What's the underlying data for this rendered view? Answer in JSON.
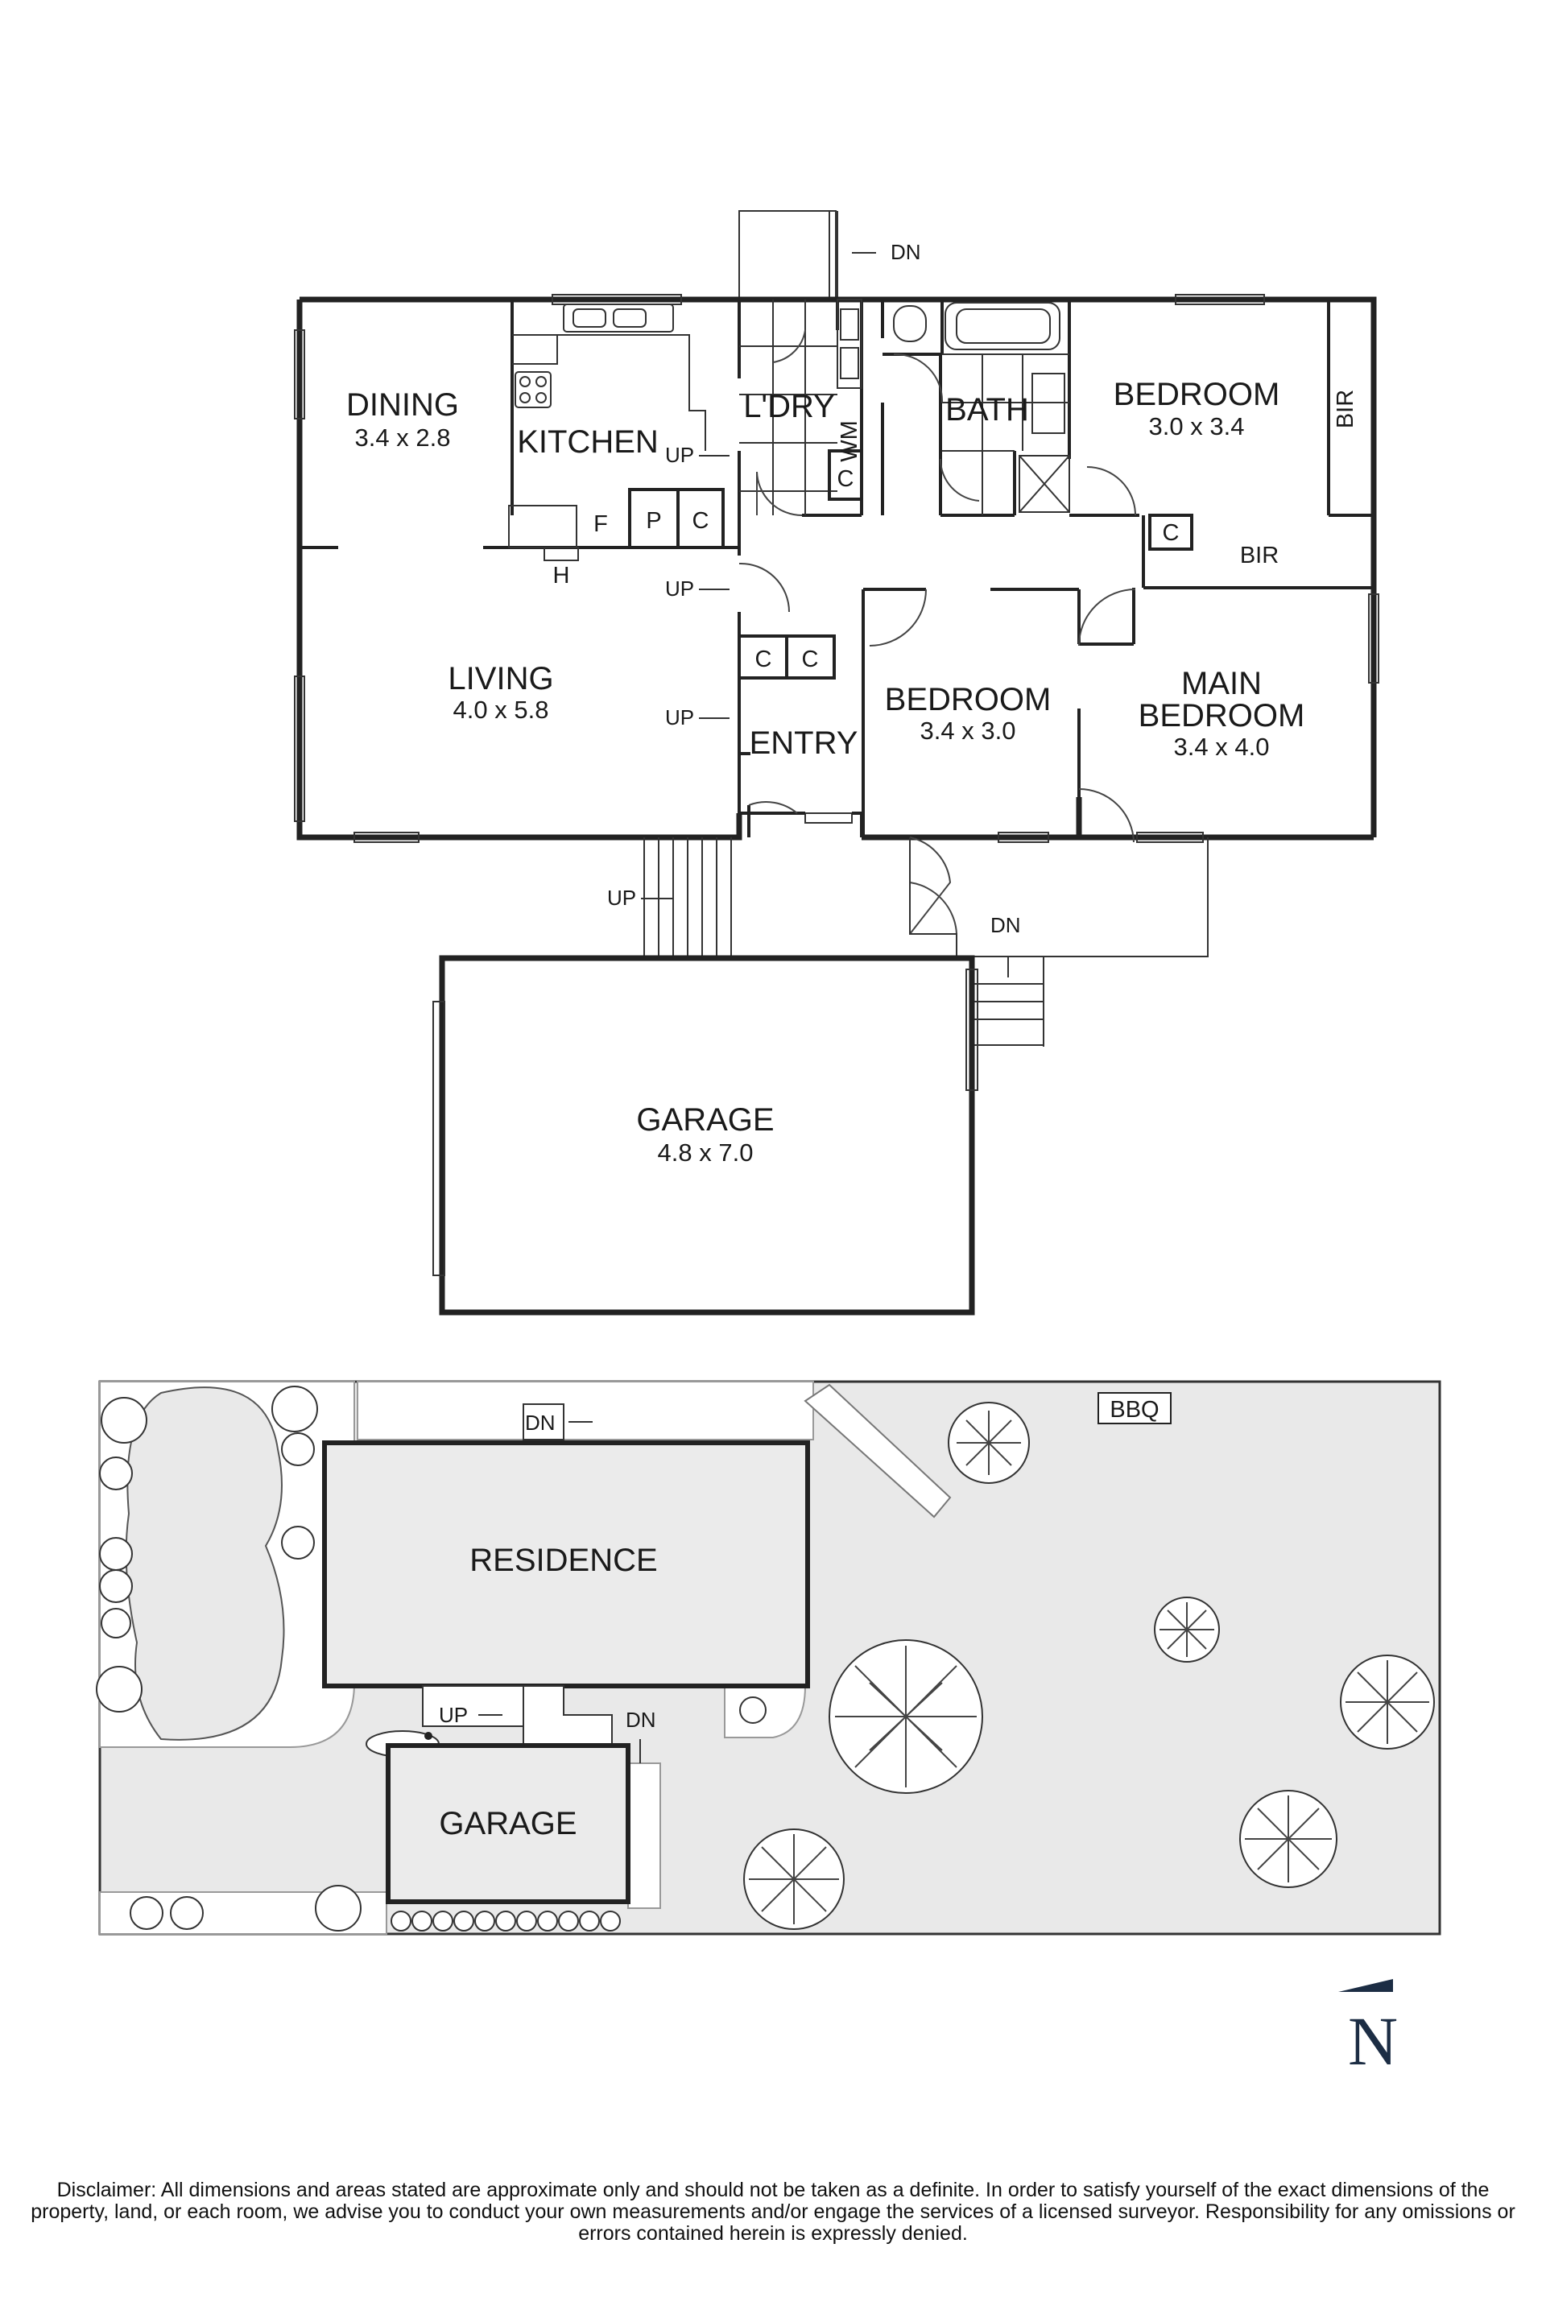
{
  "floor_plan": {
    "rooms": {
      "dining": {
        "name": "DINING",
        "size": "3.4 x 2.8"
      },
      "kitchen": {
        "name": "KITCHEN"
      },
      "laundry": {
        "name": "L'DRY"
      },
      "bath": {
        "name": "BATH"
      },
      "bedroom1": {
        "name": "BEDROOM",
        "size": "3.0 x 3.4"
      },
      "living": {
        "name": "LIVING",
        "size": "4.0 x 5.8"
      },
      "bedroom2": {
        "name": "BEDROOM",
        "size": "3.4 x 3.0"
      },
      "main_bedroom": {
        "name_line1": "MAIN",
        "name_line2": "BEDROOM",
        "size": "3.4 x 4.0"
      },
      "entry": {
        "name": "ENTRY"
      },
      "garage": {
        "name": "GARAGE",
        "size": "4.8 x 7.0"
      }
    },
    "fixtures": {
      "wm": "WM",
      "bir": "BIR",
      "cupboard": "C",
      "pantry": "P",
      "fridge": "F",
      "hood": "H"
    },
    "stairs": {
      "up": "UP",
      "down": "DN"
    }
  },
  "site_plan": {
    "residence": "RESIDENCE",
    "garage": "GARAGE",
    "bbq": "BBQ",
    "up": "UP",
    "down": "DN"
  },
  "compass": {
    "north": "N"
  },
  "disclaimer": "Disclaimer: All dimensions and areas stated are approximate only and should not be taken as a definite. In order to satisfy yourself of the exact dimensions of the property, land, or each room, we advise you to conduct your own measurements and/or engage the services of a licensed surveyor. Responsibility for any omissions or errors contained herein is expressly denied.",
  "colors": {
    "wall": "#222222",
    "site_fill": "#e9e9e9",
    "building_fill": "#f2f2f2",
    "compass": "#1c2d44"
  }
}
